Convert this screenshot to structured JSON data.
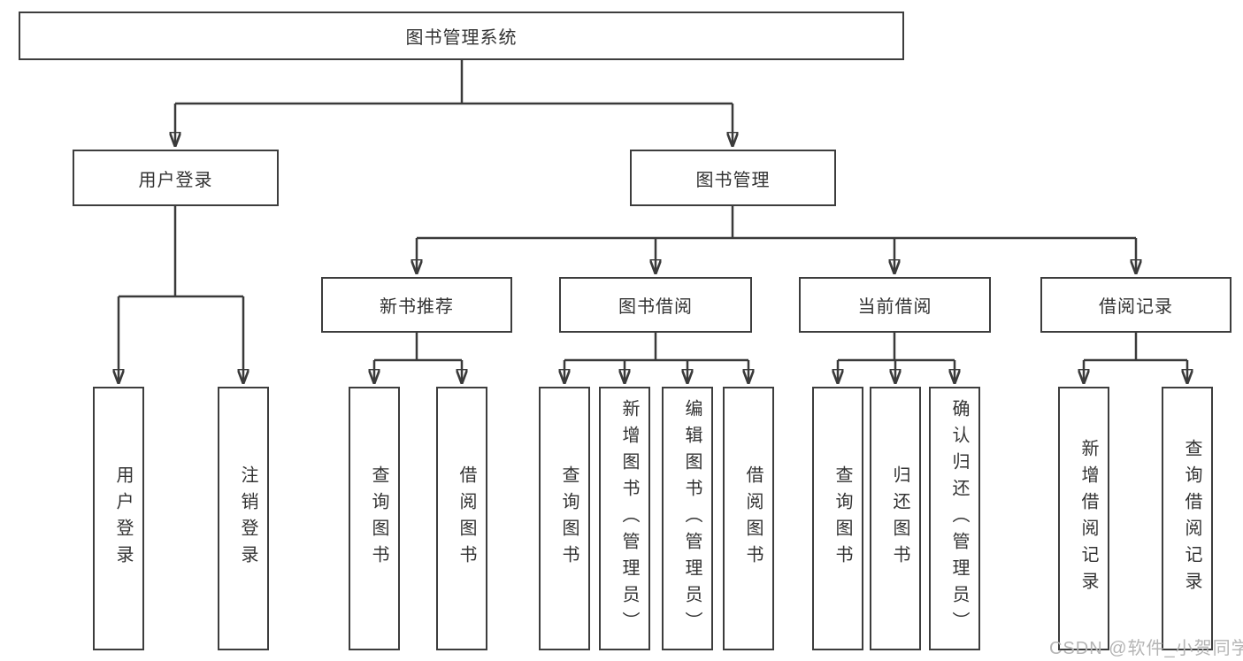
{
  "diagram_type": "hierarchy-tree",
  "colors": {
    "background": "#ffffff",
    "node_border": "#3d3d3d",
    "connector_line": "#3a3a3a",
    "node_text": "#333333",
    "watermark_text": "#b5b5b5"
  },
  "tree": {
    "root": {
      "label": "图书管理系统"
    },
    "branches": [
      {
        "label": "用户登录",
        "children": [
          {
            "label": "用户登录"
          },
          {
            "label": "注销登录"
          }
        ]
      },
      {
        "label": "图书管理",
        "children": [
          {
            "label": "新书推荐",
            "children": [
              {
                "label": "查询图书"
              },
              {
                "label": "借阅图书"
              }
            ]
          },
          {
            "label": "图书借阅",
            "children": [
              {
                "label": "查询图书"
              },
              {
                "label": "新增图书（管理员）"
              },
              {
                "label": "编辑图书（管理员）"
              },
              {
                "label": "借阅图书"
              }
            ]
          },
          {
            "label": "当前借阅",
            "children": [
              {
                "label": "查询图书"
              },
              {
                "label": "归还图书"
              },
              {
                "label": "确认归还（管理员）"
              }
            ]
          },
          {
            "label": "借阅记录",
            "children": [
              {
                "label": "新增借阅记录"
              },
              {
                "label": "查询借阅记录"
              }
            ]
          }
        ]
      }
    ]
  },
  "watermark": {
    "label": "CSDN @软件_小贺同学"
  }
}
